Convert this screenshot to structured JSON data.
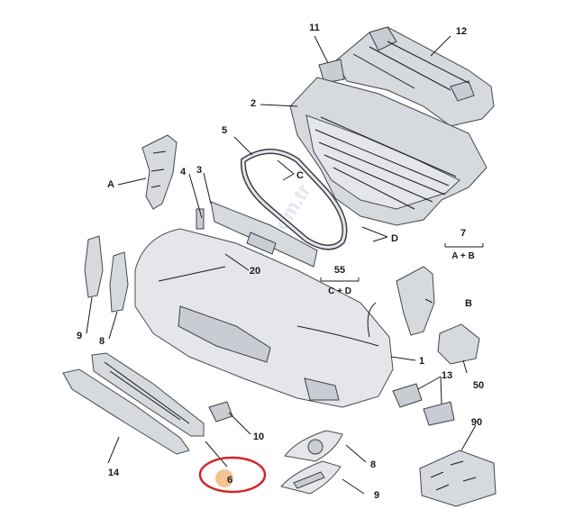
{
  "watermark": "yedekparcam.com.tr",
  "highlight": {
    "callout": "6",
    "ring_color": "#d0262b",
    "dot_color": "#f2b880"
  },
  "callouts": {
    "n1": "1",
    "n2": "2",
    "n3": "3",
    "n4": "4",
    "n5": "5",
    "n6": "6",
    "n7": "7",
    "n8a": "8",
    "n8b": "8",
    "n9a": "9",
    "n9b": "9",
    "n10": "10",
    "n11": "11",
    "n12": "12",
    "n13": "13",
    "n14": "14",
    "n20": "20",
    "n50": "50",
    "n55": "55",
    "n90": "90",
    "a": "A",
    "b": "B",
    "c": "C",
    "d": "D"
  },
  "groups": {
    "g7": "A + B",
    "g55": "C + D"
  }
}
